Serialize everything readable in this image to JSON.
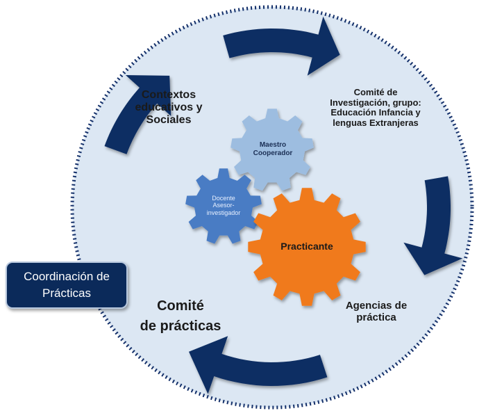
{
  "labels": {
    "contextos": [
      "Contextos",
      "educativos y",
      "Sociales"
    ],
    "comite_investigacion": [
      "Comité de",
      "Investigación, grupo:",
      "Educación Infancia y",
      "lenguas Extranjeras"
    ],
    "agencias": [
      "Agencias de",
      "práctica"
    ],
    "comite_practicas": [
      "Comité",
      "de prácticas"
    ]
  },
  "gears": {
    "maestro": [
      "Maestro",
      "Cooperador"
    ],
    "docente": [
      "Docente",
      "Asesor-",
      "investigador"
    ],
    "practicante": "Practicante"
  },
  "coordination": [
    "Coordinación de",
    "Prácticas"
  ],
  "colors": {
    "circle_fill": "#dce7f3",
    "circle_border": "#14306a",
    "arrow": "#112e63",
    "gear_light": "#9dbde0",
    "gear_mid": "#4a7cc4",
    "gear_orange": "#f07a1a",
    "coord_box": "#0b2a5a"
  }
}
